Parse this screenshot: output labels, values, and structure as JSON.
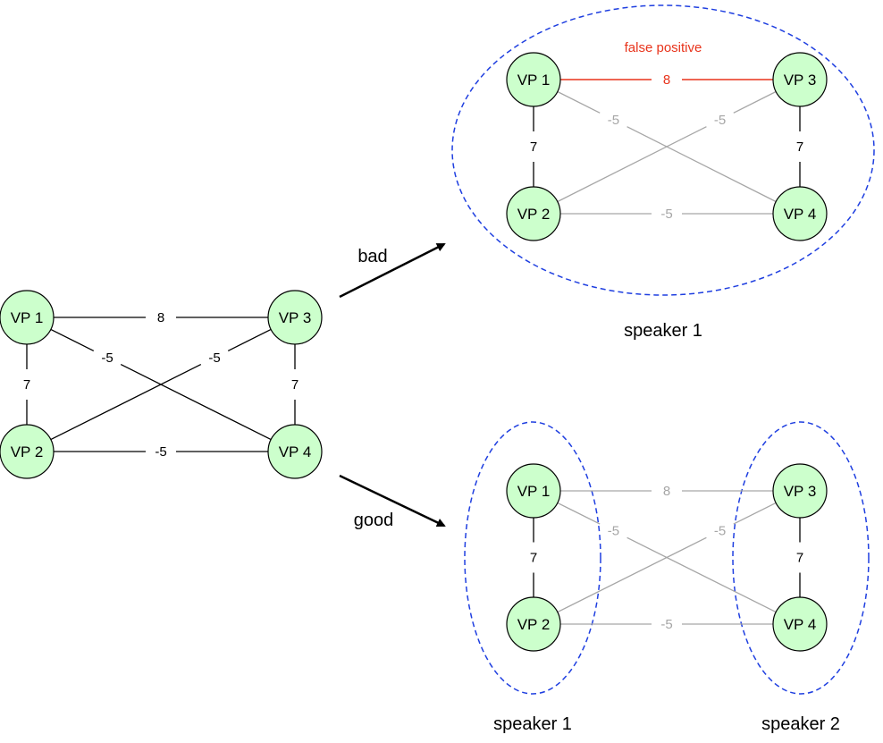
{
  "colors": {
    "node_fill": "#ccffcc",
    "edge_default": "#000000",
    "edge_muted": "#a6a6a6",
    "edge_highlight": "#e8341c",
    "cluster_outline": "#1f3fe0"
  },
  "graphs": [
    {
      "id": "input",
      "nodes": [
        {
          "id": "vp1",
          "label": "VP 1"
        },
        {
          "id": "vp2",
          "label": "VP 2"
        },
        {
          "id": "vp3",
          "label": "VP 3"
        },
        {
          "id": "vp4",
          "label": "VP 4"
        }
      ],
      "edges": [
        {
          "from": "vp1",
          "to": "vp3",
          "weight": "8",
          "style": "default"
        },
        {
          "from": "vp1",
          "to": "vp2",
          "weight": "7",
          "style": "default"
        },
        {
          "from": "vp3",
          "to": "vp4",
          "weight": "7",
          "style": "default"
        },
        {
          "from": "vp2",
          "to": "vp4",
          "weight": "-5",
          "style": "default"
        },
        {
          "from": "vp1",
          "to": "vp4",
          "weight": "-5",
          "style": "default"
        },
        {
          "from": "vp2",
          "to": "vp3",
          "weight": "-5",
          "style": "default"
        }
      ]
    },
    {
      "id": "bad",
      "nodes": [
        {
          "id": "vp1",
          "label": "VP 1"
        },
        {
          "id": "vp2",
          "label": "VP 2"
        },
        {
          "id": "vp3",
          "label": "VP 3"
        },
        {
          "id": "vp4",
          "label": "VP 4"
        }
      ],
      "edges": [
        {
          "from": "vp1",
          "to": "vp3",
          "weight": "8",
          "style": "highlight"
        },
        {
          "from": "vp1",
          "to": "vp2",
          "weight": "7",
          "style": "default"
        },
        {
          "from": "vp3",
          "to": "vp4",
          "weight": "7",
          "style": "default"
        },
        {
          "from": "vp2",
          "to": "vp4",
          "weight": "-5",
          "style": "muted"
        },
        {
          "from": "vp1",
          "to": "vp4",
          "weight": "-5",
          "style": "muted"
        },
        {
          "from": "vp2",
          "to": "vp3",
          "weight": "-5",
          "style": "muted"
        }
      ],
      "annotation": "false positive",
      "clusters": [
        "speaker 1"
      ]
    },
    {
      "id": "good",
      "nodes": [
        {
          "id": "vp1",
          "label": "VP 1"
        },
        {
          "id": "vp2",
          "label": "VP 2"
        },
        {
          "id": "vp3",
          "label": "VP 3"
        },
        {
          "id": "vp4",
          "label": "VP 4"
        }
      ],
      "edges": [
        {
          "from": "vp1",
          "to": "vp3",
          "weight": "8",
          "style": "muted"
        },
        {
          "from": "vp1",
          "to": "vp2",
          "weight": "7",
          "style": "default"
        },
        {
          "from": "vp3",
          "to": "vp4",
          "weight": "7",
          "style": "default"
        },
        {
          "from": "vp2",
          "to": "vp4",
          "weight": "-5",
          "style": "muted"
        },
        {
          "from": "vp1",
          "to": "vp4",
          "weight": "-5",
          "style": "muted"
        },
        {
          "from": "vp2",
          "to": "vp3",
          "weight": "-5",
          "style": "muted"
        }
      ],
      "clusters": [
        "speaker 1",
        "speaker 2"
      ]
    }
  ],
  "arrows": {
    "bad_label": "bad",
    "good_label": "good"
  }
}
